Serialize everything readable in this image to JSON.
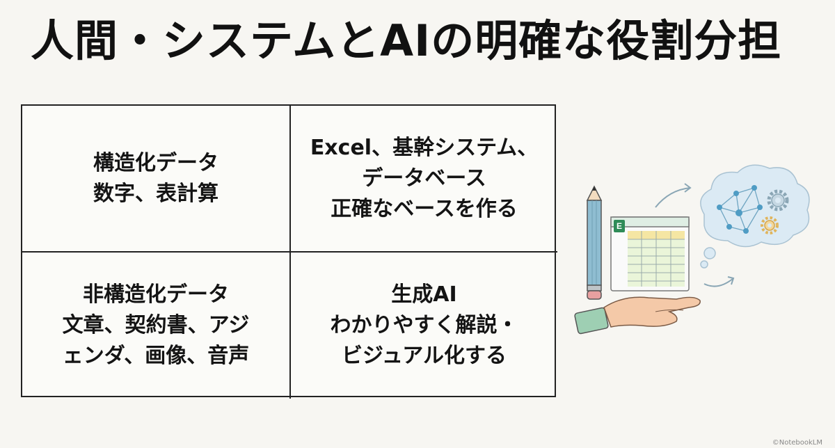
{
  "title": "人間・システムとAIの明確な役割分担",
  "matrix": {
    "top_left": {
      "line1": "構造化データ",
      "line2": "数字、表計算"
    },
    "top_right": {
      "line1": "Excel、基幹システム、",
      "line2": "データベース",
      "line3": "正確なベースを作る"
    },
    "bottom_left": {
      "line1": "非構造化データ",
      "line2": "文章、契約書、アジ",
      "line3": "ェンダ、画像、音声"
    },
    "bottom_right": {
      "line1": "生成AI",
      "line2": "わかりやすく解説・",
      "line3": "ビジュアル化する"
    }
  },
  "illustration": {
    "icons": [
      "pencil-icon",
      "spreadsheet-icon",
      "excel-logo-icon",
      "thought-cloud-icon",
      "network-icon",
      "gear-icon",
      "hand-icon",
      "arrow-icon"
    ],
    "spreadsheet_logo": "E",
    "colors": {
      "excel_green": "#2e8b57",
      "cloud_blue": "#d7e8f3",
      "skin": "#f4c9a8",
      "pencil_blue": "#7fb2c9"
    }
  },
  "footer_mark": "©NotebookLM"
}
